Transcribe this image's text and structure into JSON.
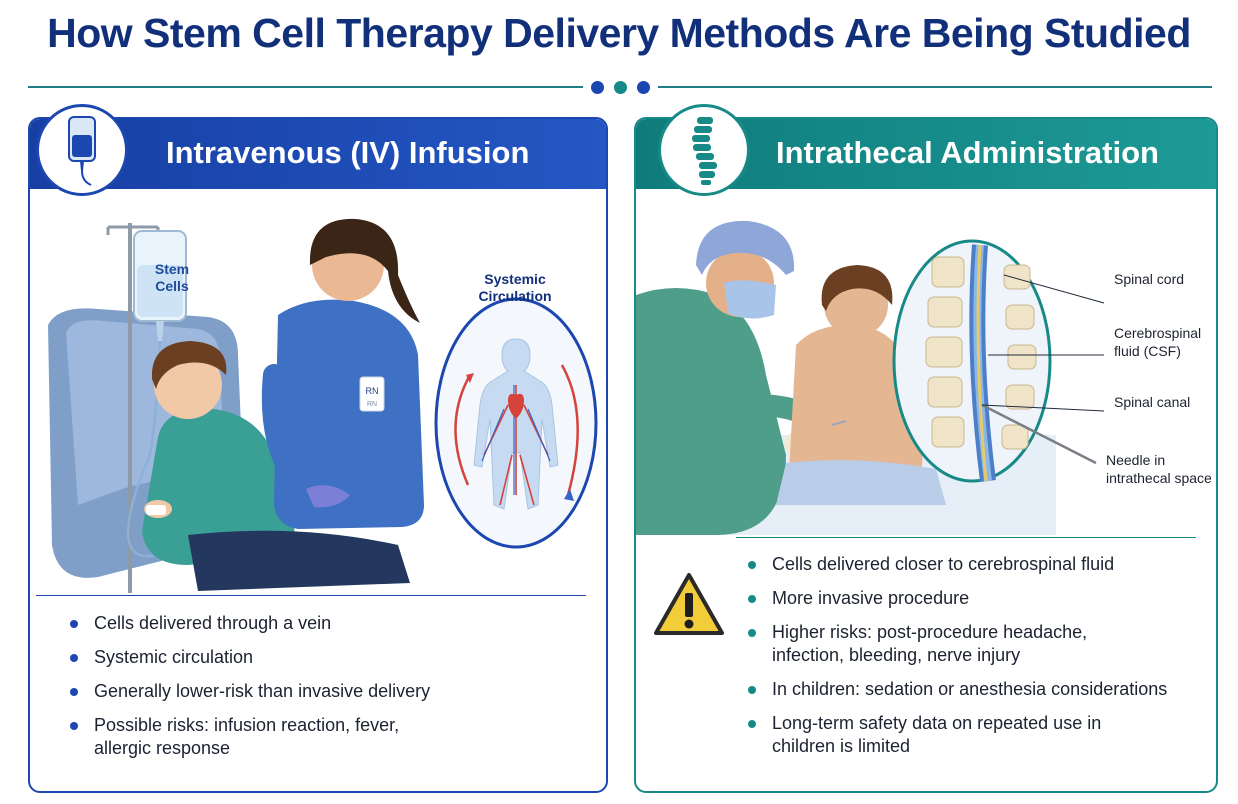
{
  "title": "How Stem Cell Therapy Delivery Methods Are Being Studied",
  "colors": {
    "navy": "#12307a",
    "iv_blue": "#1c47b0",
    "it_teal": "#178a88",
    "teal_dark": "#136e6d"
  },
  "iv": {
    "heading": "Intravenous (IV) Infusion",
    "bag_label_line1": "Stem",
    "bag_label_line2": "Cells",
    "badge_text": "RN",
    "badge_subtext": "RN",
    "inset_title_line1": "Systemic",
    "inset_title_line2": "Circulation",
    "bullets": [
      {
        "id": "b1",
        "text": "Cells delivered through a vein"
      },
      {
        "id": "b2",
        "text": "Systemic circulation"
      },
      {
        "id": "b3",
        "text": "Generally lower-risk than invasive delivery"
      },
      {
        "id": "b4a",
        "text": "Possible risks: infusion reaction, fever,"
      },
      {
        "id": "b4b",
        "text": "allergic response"
      }
    ]
  },
  "it": {
    "heading": "Intrathecal Administration",
    "callouts": {
      "spinal_cord": "Spinal cord",
      "csf_line1": "Cerebrospinal",
      "csf_line2": "fluid (CSF)",
      "spinal_canal": "Spinal canal",
      "needle_line1": "Needle in",
      "needle_line2": "intrathecal space"
    },
    "warning_icon": "warning-triangle-icon",
    "bullets": [
      {
        "id": "c1",
        "text": "Cells delivered closer to cerebrospinal fluid"
      },
      {
        "id": "c2",
        "text": "More invasive procedure"
      },
      {
        "id": "c3a",
        "text": "Higher risks: post-procedure headache,"
      },
      {
        "id": "c3b",
        "text": "infection, bleeding, nerve injury"
      },
      {
        "id": "c4",
        "text": "In children: sedation or anesthesia considerations"
      },
      {
        "id": "c5a",
        "text": "Long-term safety data on repeated use in"
      },
      {
        "id": "c5b",
        "text": "children is limited"
      }
    ]
  }
}
